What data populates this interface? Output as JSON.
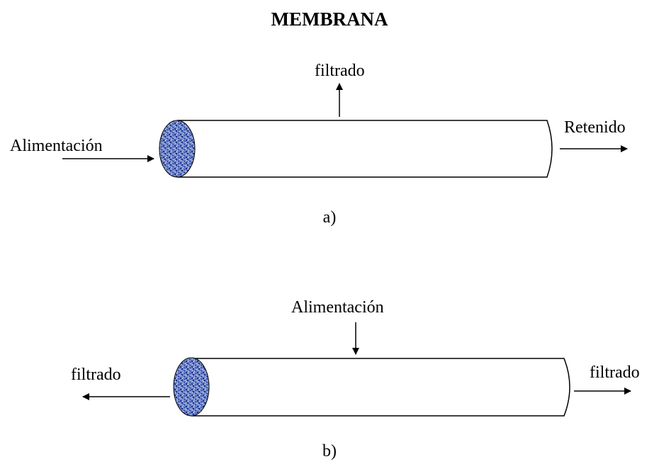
{
  "title": "MEMBRANA",
  "diagram_a": {
    "caption": "a)",
    "top_label": "filtrado",
    "left_label": "Alimentación",
    "right_label": "Retenido"
  },
  "diagram_b": {
    "caption": "b)",
    "top_label": "Alimentación",
    "left_label": "filtrado",
    "right_label": "filtrado"
  },
  "colors": {
    "line": "#000000",
    "membrane_fill": "#6f86c8",
    "membrane_dots": "#1e2f8a",
    "background": "#ffffff"
  }
}
